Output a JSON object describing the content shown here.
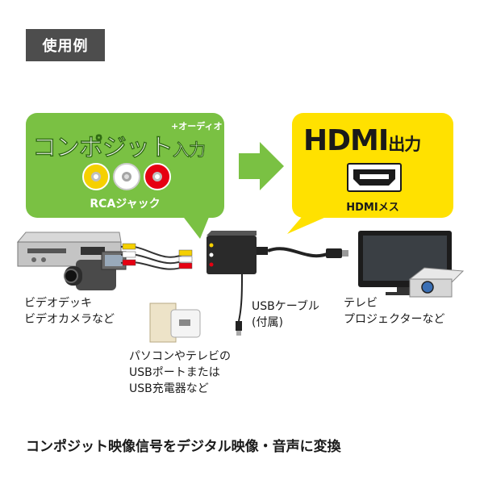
{
  "tag": {
    "label": "使用例"
  },
  "input_bubble": {
    "title_main": "コンポジット",
    "title_small": "入力",
    "superscript": "+オーディオ",
    "connector_label": "RCAジャック",
    "jack_colors": [
      "#f5d000",
      "#ffffff",
      "#e60012"
    ]
  },
  "output_bubble": {
    "title_main": "HDMI",
    "title_small": "出力",
    "connector_label": "HDMIメス"
  },
  "captions": {
    "video_devices": [
      "ビデオデッキ",
      "ビデオカメラなど"
    ],
    "usb_cable": [
      "USBケーブル",
      "(付属)"
    ],
    "usb_power": [
      "パソコンやテレビの",
      "USBポートまたは",
      "USB充電器など"
    ],
    "displays": [
      "テレビ",
      "プロジェクターなど"
    ]
  },
  "footer": {
    "text": "コンポジット映像信号をデジタル映像・音声に変換"
  },
  "colors": {
    "green": "#7ac143",
    "yellow": "#ffe100",
    "tag_bg": "#4d4d4d",
    "arrow": "#7ac143"
  }
}
